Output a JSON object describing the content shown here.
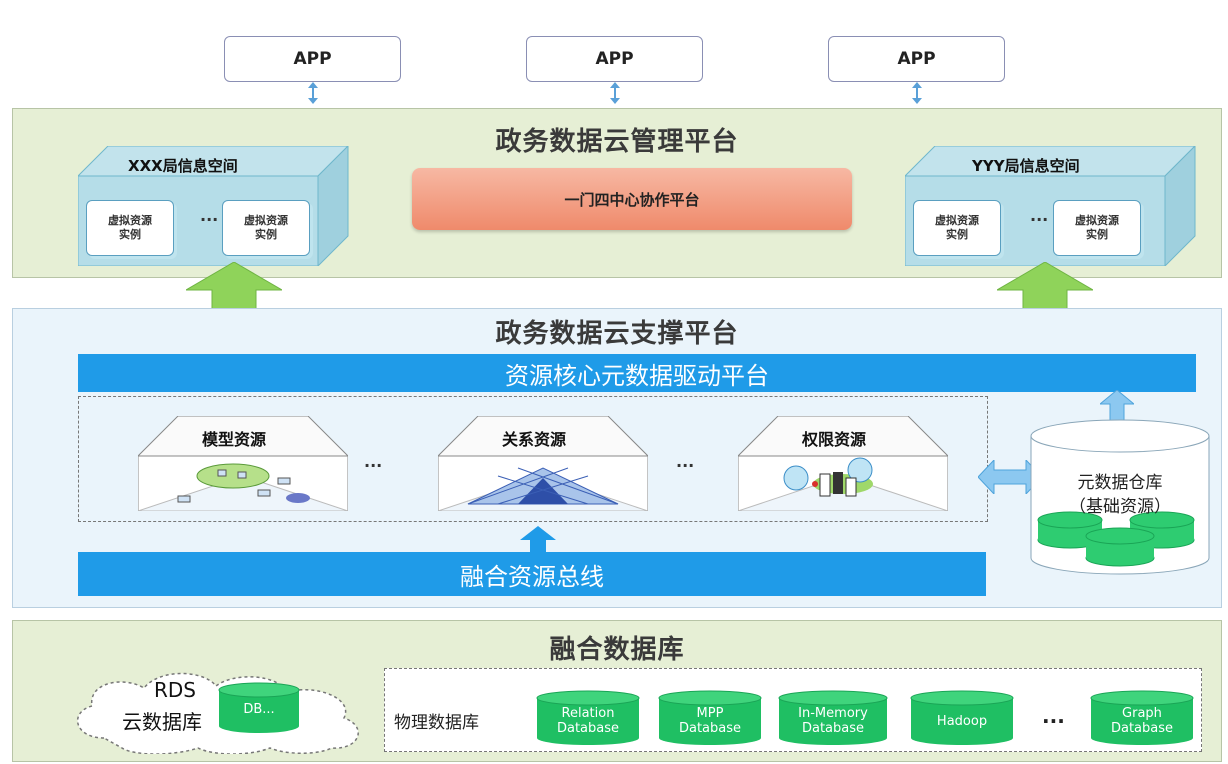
{
  "apps": [
    "APP",
    "APP",
    "APP"
  ],
  "management_layer": {
    "title": "政务数据云管理平台",
    "space_left": {
      "title": "XXX局信息空间",
      "instance": "虚拟资源\n实例",
      "ellipsis": "..."
    },
    "space_right": {
      "title": "YYY局信息空间",
      "instance": "虚拟资源\n实例",
      "ellipsis": "..."
    },
    "center_platform": "一门四中心协作平台"
  },
  "support_layer": {
    "title": "政务数据云支撑平台",
    "driver_bar": "资源核心元数据驱动平台",
    "resources": [
      "模型资源",
      "关系资源",
      "权限资源"
    ],
    "ellipsis": "...",
    "bus_bar": "融合资源总线",
    "warehouse": {
      "line1": "元数据仓库",
      "line2": "（基础资源）"
    }
  },
  "database_layer": {
    "title": "融合数据库",
    "cloud": {
      "line1": "RDS",
      "line2": "云数据库",
      "db_label": "DB..."
    },
    "physical_label": "物理数据库",
    "databases": [
      "Relation\nDatabase",
      "MPP\nDatabase",
      "In-Memory\nDatabase",
      "Hadoop",
      "Graph\nDatabase"
    ],
    "ellipsis": "..."
  },
  "colors": {
    "green_layer": "#e6efd5",
    "blue_layer": "#eaf4fb",
    "blue_bar": "#1f9be8",
    "orange": "#f29478",
    "db_green": "#1fbf63",
    "arrow_green": "#8fd35a"
  }
}
